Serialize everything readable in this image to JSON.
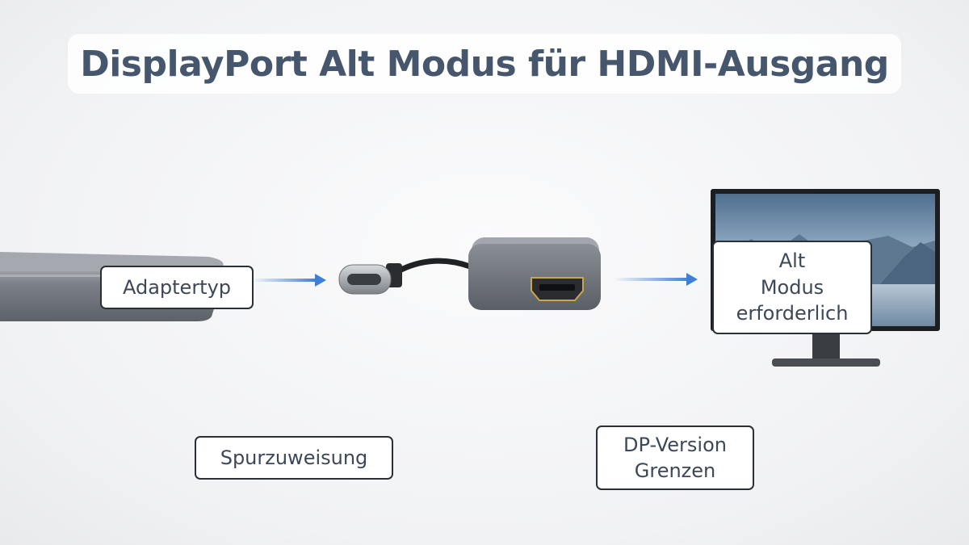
{
  "title": "DisplayPort Alt Modus für HDMI-Ausgang",
  "labels": {
    "adapter_type": "Adaptertyp",
    "alt_mode": [
      "Alt",
      "Modus",
      "erforderlich"
    ],
    "lane_assignment": "Spurzuweisung",
    "dp_version": [
      "DP-Version",
      "Grenzen"
    ]
  },
  "icons": [
    "laptop-icon",
    "usb-c-plug-icon",
    "usb-c-to-hdmi-adapter-icon",
    "hdmi-port-icon",
    "monitor-icon",
    "arrow-right-icon"
  ],
  "colors": {
    "title": "#46566c",
    "arrow": "#3f7fd6",
    "label_text": "#3c4858"
  }
}
